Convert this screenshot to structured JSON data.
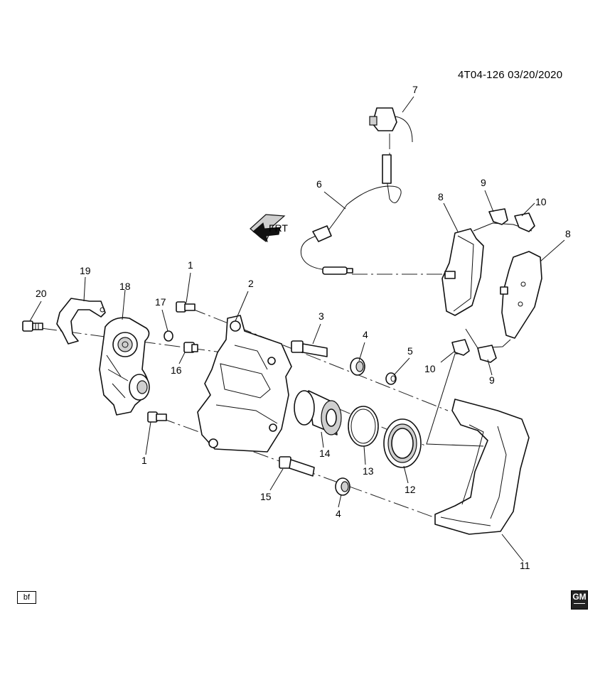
{
  "drawing_id": "4T04-126 03/20/2020",
  "direction_label": "FRT",
  "corner_code": "bf",
  "logo": {
    "text": "GM"
  },
  "callouts": [
    "1",
    "2",
    "3",
    "4",
    "5",
    "6",
    "7",
    "8",
    "9",
    "10",
    "11",
    "12",
    "13",
    "14",
    "15",
    "16",
    "17",
    "18",
    "19",
    "20",
    "1",
    "4",
    "8",
    "9",
    "10"
  ]
}
